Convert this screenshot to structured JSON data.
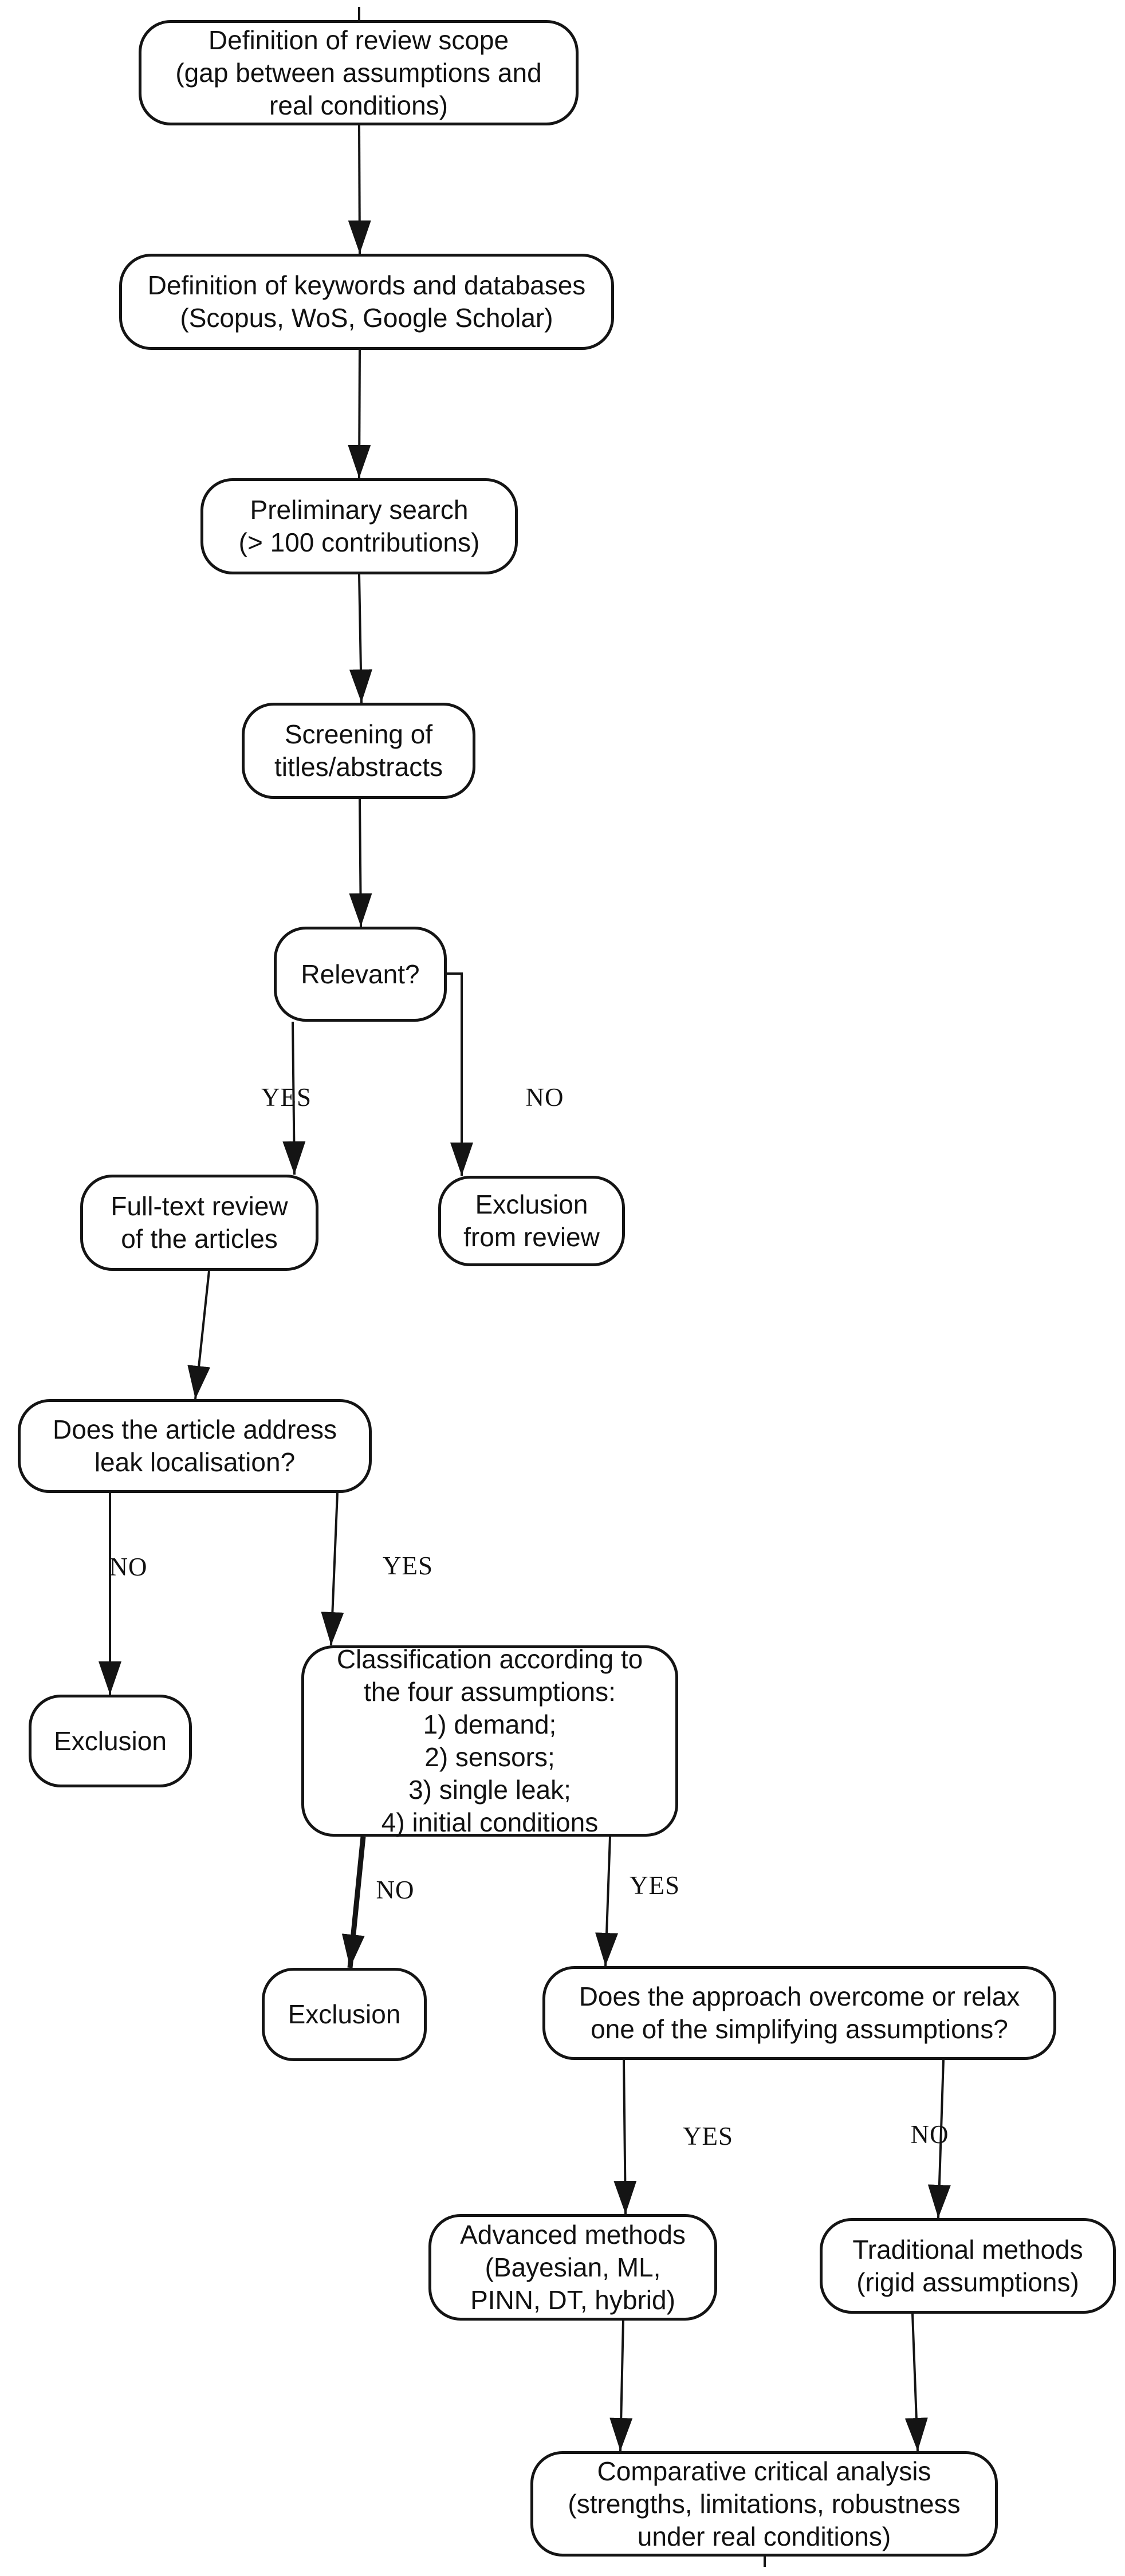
{
  "diagram": {
    "type": "flowchart",
    "background": "#ffffff",
    "line_color": "#141414",
    "text_color": "#111111"
  },
  "nodes": [
    {
      "id": "review-scope",
      "label": "Definition of review scope\n(gap between assumptions and\nreal conditions)"
    },
    {
      "id": "keywords-databases",
      "label": "Definition of keywords and databases\n(Scopus, WoS, Google Scholar)"
    },
    {
      "id": "preliminary-search",
      "label": "Preliminary search\n(> 100 contributions)"
    },
    {
      "id": "screening",
      "label": "Screening of\ntitles/abstracts"
    },
    {
      "id": "relevant",
      "label": "Relevant?"
    },
    {
      "id": "full-text-review",
      "label": "Full-text review\nof the articles"
    },
    {
      "id": "exclusion-from-review",
      "label": "Exclusion\nfrom review"
    },
    {
      "id": "address-leak-localisation",
      "label": "Does the article address\nleak localisation?"
    },
    {
      "id": "exclusion-1",
      "label": "Exclusion"
    },
    {
      "id": "classification",
      "label": "Classification according to\nthe four assumptions:\n1) demand;\n2) sensors;\n3) single leak;\n4) initial conditions"
    },
    {
      "id": "exclusion-2",
      "label": "Exclusion"
    },
    {
      "id": "approach-overcome",
      "label": "Does the approach overcome or relax\none of the simplifying assumptions?"
    },
    {
      "id": "advanced-methods",
      "label": "Advanced methods\n(Bayesian, ML,\nPINN, DT, hybrid)"
    },
    {
      "id": "traditional-methods",
      "label": "Traditional methods\n(rigid assumptions)"
    },
    {
      "id": "comparative-analysis",
      "label": "Comparative critical analysis\n(strengths, limitations, robustness\nunder real conditions)"
    }
  ],
  "edges": [
    {
      "from": "review-scope",
      "to": "keywords-databases",
      "label": ""
    },
    {
      "from": "keywords-databases",
      "to": "preliminary-search",
      "label": ""
    },
    {
      "from": "preliminary-search",
      "to": "screening",
      "label": ""
    },
    {
      "from": "screening",
      "to": "relevant",
      "label": ""
    },
    {
      "from": "relevant",
      "to": "full-text-review",
      "label": "YES"
    },
    {
      "from": "relevant",
      "to": "exclusion-from-review",
      "label": "NO"
    },
    {
      "from": "full-text-review",
      "to": "address-leak-localisation",
      "label": ""
    },
    {
      "from": "address-leak-localisation",
      "to": "exclusion-1",
      "label": "NO"
    },
    {
      "from": "address-leak-localisation",
      "to": "classification",
      "label": "YES"
    },
    {
      "from": "classification",
      "to": "exclusion-2",
      "label": "NO"
    },
    {
      "from": "classification",
      "to": "approach-overcome",
      "label": "YES"
    },
    {
      "from": "approach-overcome",
      "to": "advanced-methods",
      "label": "YES"
    },
    {
      "from": "approach-overcome",
      "to": "traditional-methods",
      "label": "NO"
    },
    {
      "from": "advanced-methods",
      "to": "comparative-analysis",
      "label": ""
    },
    {
      "from": "traditional-methods",
      "to": "comparative-analysis",
      "label": ""
    }
  ]
}
